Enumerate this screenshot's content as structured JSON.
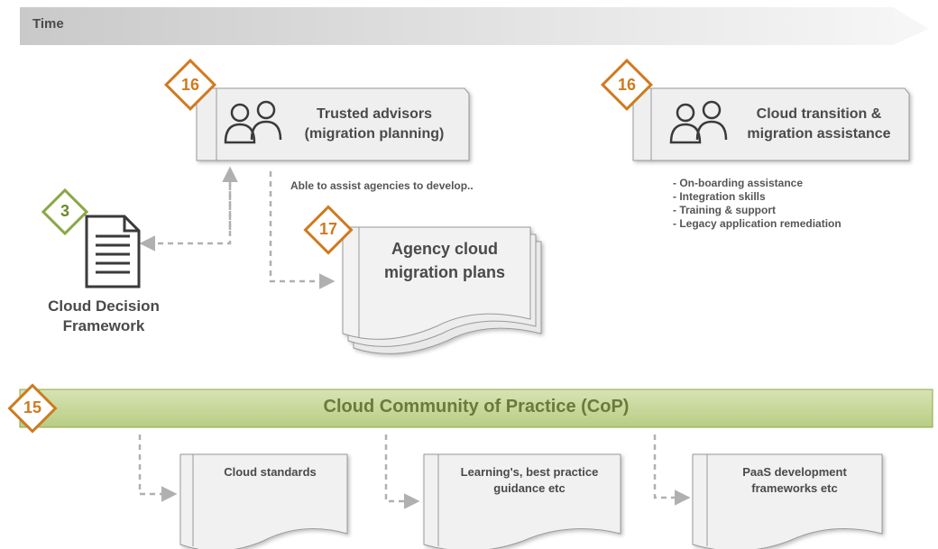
{
  "time_bar": {
    "label": "Time"
  },
  "advisors": {
    "badge": "16",
    "title_line1": "Trusted advisors",
    "title_line2": "(migration planning)",
    "note": "Able to assist agencies to develop.."
  },
  "transition": {
    "badge": "16",
    "title_line1": "Cloud transition &",
    "title_line2": "migration assistance",
    "bullets": [
      "- On-boarding assistance",
      "- Integration skills",
      "- Training & support",
      "- Legacy application remediation"
    ]
  },
  "framework": {
    "badge": "3",
    "label_line1": "Cloud Decision",
    "label_line2": "Framework"
  },
  "plans": {
    "badge": "17",
    "label_line1": "Agency cloud",
    "label_line2": "migration plans"
  },
  "cop": {
    "badge": "15",
    "title": "Cloud Community of Practice (CoP)"
  },
  "documents": [
    {
      "line1": "Cloud standards",
      "line2": ""
    },
    {
      "line1": "Learning's, best practice",
      "line2": "guidance etc"
    },
    {
      "line1": "PaaS development",
      "line2": "frameworks etc"
    }
  ],
  "colors": {
    "orange": "#d07a1e",
    "green": "#8aa845",
    "cop_fill": "#c5d69a"
  }
}
